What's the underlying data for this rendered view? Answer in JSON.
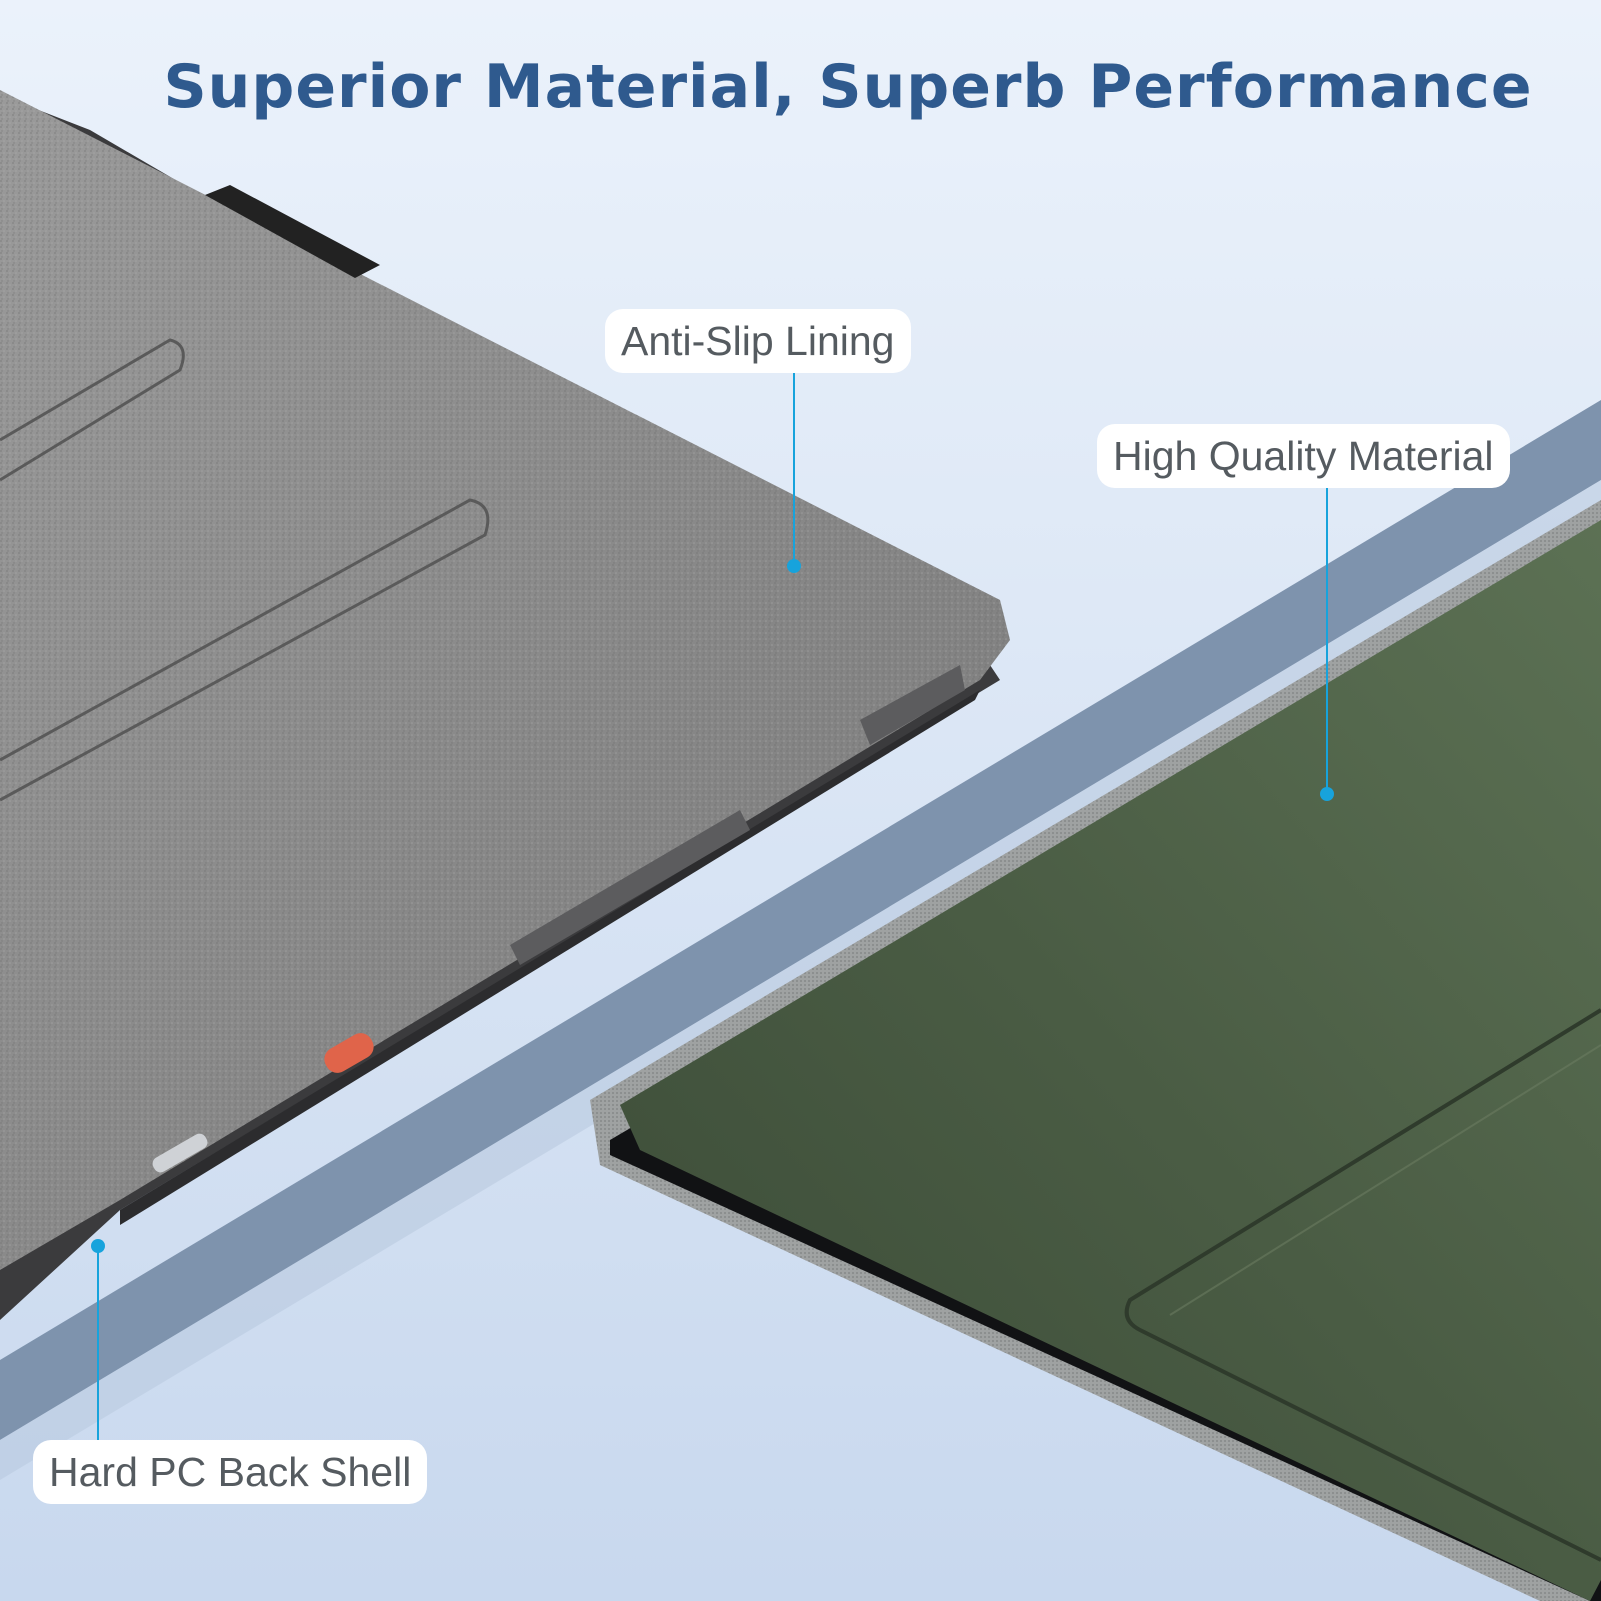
{
  "header": {
    "title": "Superior Material, Superb Performance"
  },
  "callouts": {
    "anti_slip": "Anti-Slip Lining",
    "material": "High Quality Material",
    "back_shell": "Hard PC Back Shell"
  },
  "colors": {
    "title": "#2f5a8e",
    "accent": "#17a3dc",
    "background": "#e3ecf8",
    "band": "#7e93ad",
    "case_grey": "#878787",
    "cover_green": "#4b5d45"
  }
}
